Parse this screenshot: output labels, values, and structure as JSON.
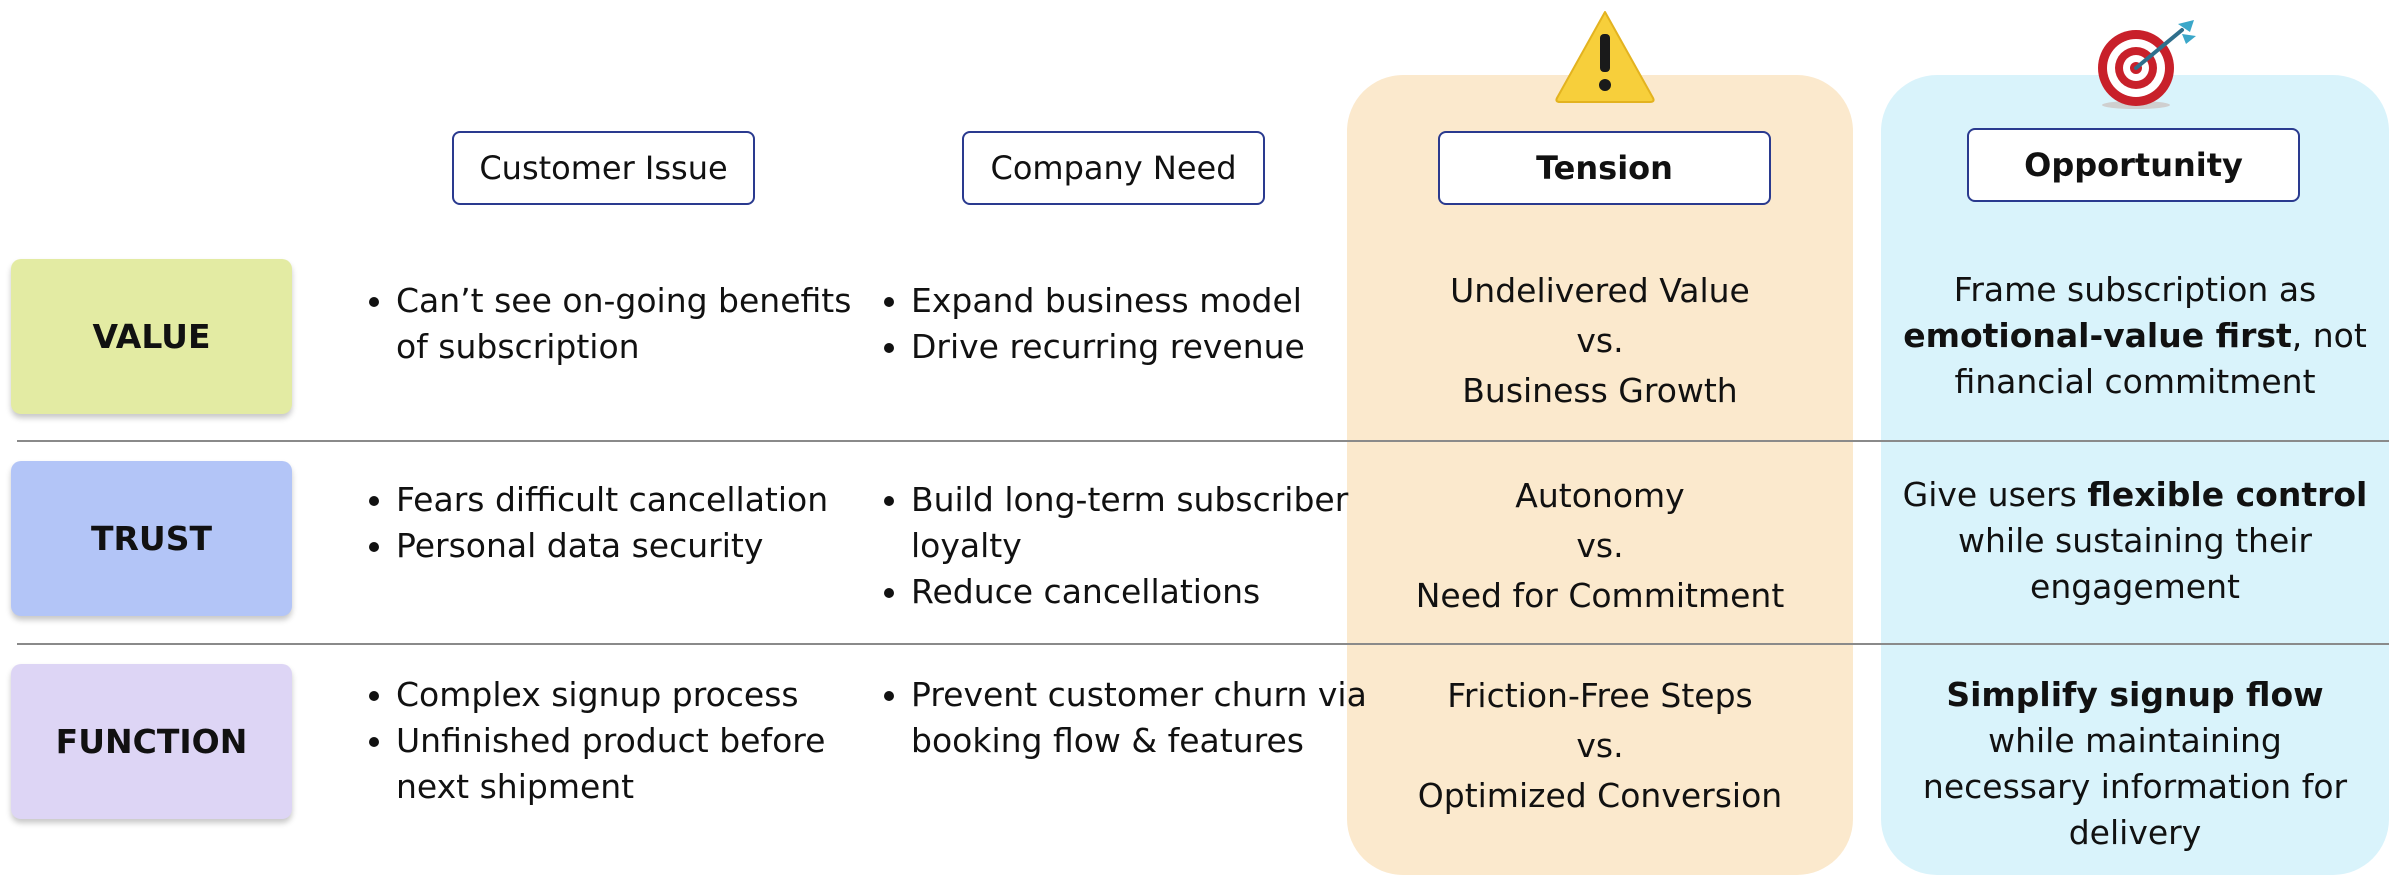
{
  "headers": {
    "customer_issue": "Customer Issue",
    "company_need": "Company Need",
    "tension": "Tension",
    "opportunity": "Opportunity"
  },
  "icons": {
    "tension": "warning-icon",
    "opportunity": "target-dart-icon"
  },
  "colors": {
    "tension_column": "#fbe9cd",
    "opportunity_column": "#d9f3fb",
    "value_label": "#e3eba3",
    "trust_label": "#b3c5f7",
    "function_label": "#ddd5f5",
    "header_border": "#2a3a8f",
    "warning_yellow": "#f7cf3b",
    "target_red": "#c8202a"
  },
  "rows": [
    {
      "label": "VALUE",
      "customer_issue": [
        "Can’t see on-going benefits of subscription"
      ],
      "company_need": [
        "Expand business model",
        "Drive recurring revenue"
      ],
      "tension": {
        "a": "Undelivered Value",
        "vs": "vs.",
        "b": "Business Growth"
      },
      "opportunity": {
        "pre": "Frame subscription as ",
        "bold": "emotional-value first",
        "post": ", not financial commitment"
      }
    },
    {
      "label": "TRUST",
      "customer_issue": [
        "Fears difficult cancellation",
        "Personal data security"
      ],
      "company_need": [
        "Build long-term subscriber loyalty",
        "Reduce cancellations"
      ],
      "tension": {
        "a": "Autonomy",
        "vs": "vs.",
        "b": "Need for Commitment"
      },
      "opportunity": {
        "pre": "Give users ",
        "bold": "flexible control",
        "post": " while sustaining their engagement"
      }
    },
    {
      "label": "FUNCTION",
      "customer_issue": [
        "Complex signup process",
        "Unfinished product before next shipment"
      ],
      "company_need": [
        "Prevent customer churn via booking flow & features"
      ],
      "tension": {
        "a": "Friction-Free Steps",
        "vs": "vs.",
        "b": "Optimized Conversion"
      },
      "opportunity": {
        "pre": "",
        "bold": "Simplify signup flow",
        "post": " while maintaining necessary information for delivery"
      }
    }
  ]
}
